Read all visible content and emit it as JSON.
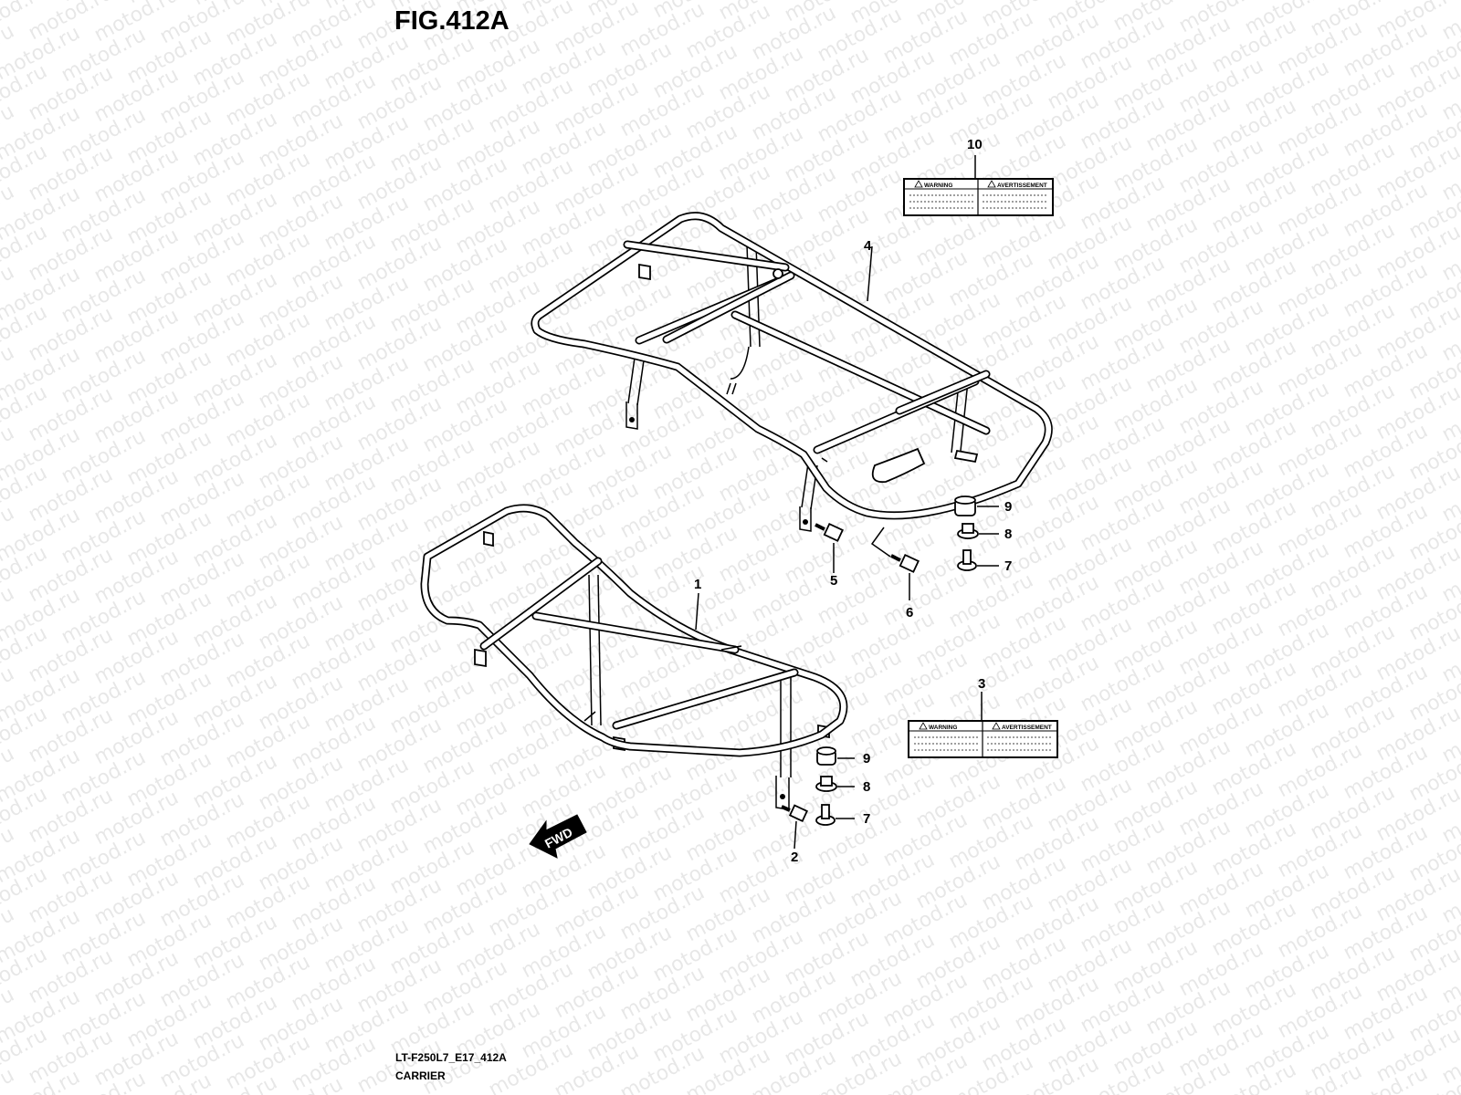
{
  "figure": {
    "title": "FIG.412A",
    "code": "LT-F250L7_E17_412A",
    "name": "CARRIER"
  },
  "watermark_text": "motod.ru",
  "callouts": {
    "c1": "1",
    "c2": "2",
    "c3": "3",
    "c4": "4",
    "c5": "5",
    "c6": "6",
    "c7_upper": "7",
    "c8_upper": "8",
    "c9_upper": "9",
    "c7_lower": "7",
    "c8_lower": "8",
    "c9_lower": "9",
    "c10": "10"
  },
  "warning_labels": [
    {
      "warning": "WARNING",
      "avertissement": "AVERTISSEMENT"
    },
    {
      "warning": "WARNING",
      "avertissement": "AVERTISSEMENT"
    }
  ],
  "direction_arrow": "FWD",
  "colors": {
    "ink": "#000000",
    "paper": "#ffffff"
  }
}
